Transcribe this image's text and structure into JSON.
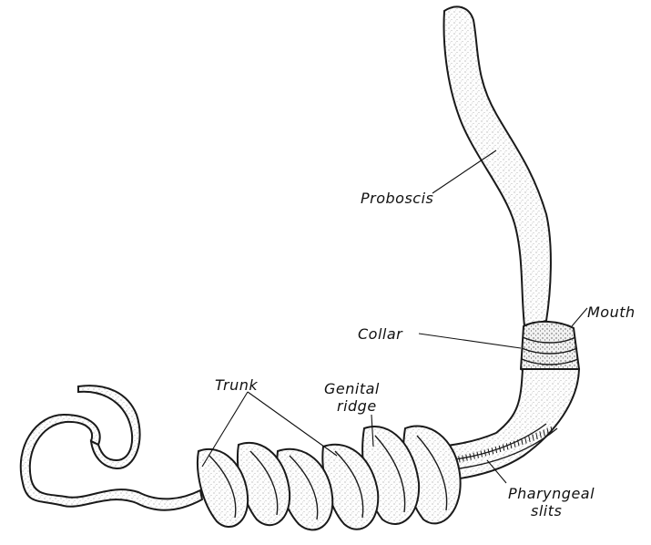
{
  "figure": {
    "labels": {
      "proboscis": "Proboscis",
      "mouth": "Mouth",
      "collar": "Collar",
      "trunk": "Trunk",
      "genital_ridge_line1": "Genital",
      "genital_ridge_line2": "ridge",
      "pharyngeal_line1": "Pharyngeal",
      "pharyngeal_line2": "slits"
    }
  }
}
